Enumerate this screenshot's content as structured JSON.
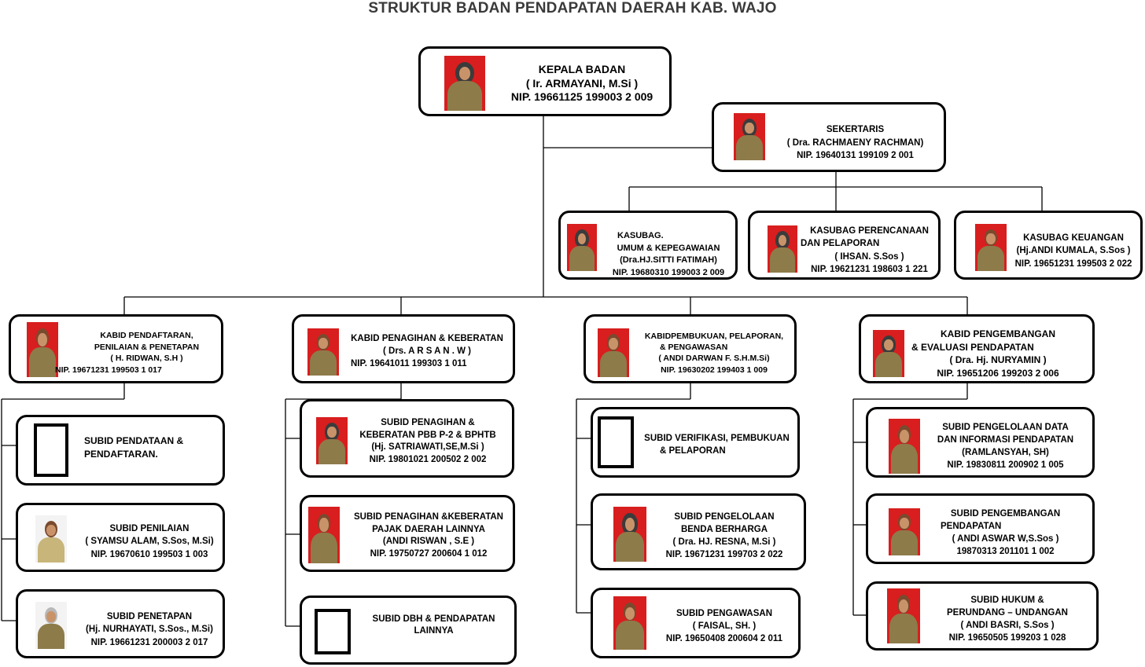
{
  "title": "STRUKTUR BADAN PENDAPATAN DAERAH KAB. WAJO",
  "kepala": {
    "position": "KEPALA BADAN",
    "name": "( Ir. ARMAYANI, M.Si )",
    "nip": "NIP. 19661125 199003 2 009"
  },
  "sekertaris": {
    "position": "SEKERTARIS",
    "name": "( Dra. RACHMAENY RACHMAN)",
    "nip": "NIP. 19640131 199109 2 001"
  },
  "kasubag": [
    {
      "line1": "KASUBAG.",
      "line2": "UMUM & KEPEGAWAIAN",
      "name": "(Dra.HJ.SITTI FATIMAH)",
      "nip": "NIP. 19680310 199003 2 009"
    },
    {
      "line1": "KASUBAG PERENCANAAN",
      "line2": "DAN PELAPORAN",
      "name": "( IHSAN. S.Sos )",
      "nip": "NIP. 19621231 198603 1 221"
    },
    {
      "line1": "KASUBAG KEUANGAN",
      "name": "(Hj.ANDI KUMALA, S.Sos )",
      "nip": "NIP. 19651231 199503 2 022"
    }
  ],
  "kabid": [
    {
      "line1": "KABID PENDAFTARAN,",
      "line2": "PENILAIAN & PENETAPAN",
      "name": "( H. RIDWAN, S.H )",
      "nip": "NIP. 19671231 199503 1 017"
    },
    {
      "line1": "KABID PENAGIHAN & KEBERATAN",
      "name": "( Drs. A R S A N . W )",
      "nip": "NIP. 19641011 199303 1 011"
    },
    {
      "line1": "KABIDPEMBUKUAN, PELAPORAN,",
      "line2": "& PENGAWASAN",
      "name": "( ANDI DARWAN F. S.H.M.Si)",
      "nip": "NIP. 19630202 199403 1 009"
    },
    {
      "line1": "KABID PENGEMBANGAN",
      "line2": "& EVALUASI PENDAPATAN",
      "name": "( Dra. Hj. NURYAMIN )",
      "nip": "NIP. 19651206 199203 2 006"
    }
  ],
  "subid": {
    "col1": [
      {
        "line1": "SUBID PENDATAAN &",
        "line2": "PENDAFTARAN."
      },
      {
        "line1": "SUBID PENILAIAN",
        "name": "( SYAMSU ALAM, S.Sos, M.Si)",
        "nip": "NIP. 19670610 199503 1 003"
      },
      {
        "line1": "SUBID PENETAPAN",
        "name": "(Hj. NURHAYATI, S.Sos., M.Si)",
        "nip": "NIP. 19661231 200003 2 017"
      }
    ],
    "col2": [
      {
        "line1": "SUBID PENAGIHAN &",
        "line2": "KEBERATAN PBB P-2 & BPHTB",
        "name": "(Hj. SATRIAWATI,SE,M.Si )",
        "nip": "NIP. 19801021 200502 2 002"
      },
      {
        "line1": "SUBID PENAGIHAN &KEBERATAN",
        "line2": "PAJAK DAERAH LAINNYA",
        "name": "(ANDI RISWAN , S.E )",
        "nip": "NIP. 19750727 200604 1 012"
      },
      {
        "line1": "SUBID DBH & PENDAPATAN",
        "line2": "LAINNYA"
      }
    ],
    "col3": [
      {
        "line1": "SUBID VERIFIKASI, PEMBUKUAN",
        "line2": "& PELAPORAN"
      },
      {
        "line1": "SUBID PENGELOLAAN",
        "line2": "BENDA BERHARGA",
        "name": "( Dra. HJ. RESNA, M.Si )",
        "nip": "NIP. 19671231 199703 2 022"
      },
      {
        "line1": "SUBID PENGAWASAN",
        "name": "( FAISAL, SH. )",
        "nip": "NIP. 19650408 200604 2 011"
      }
    ],
    "col4": [
      {
        "line1": "SUBID PENGELOLAAN DATA",
        "line2": "DAN INFORMASI PENDAPATAN",
        "name": "(RAMLANSYAH, SH)",
        "nip": "NIP. 19830811 200902 1 005"
      },
      {
        "line1": "SUBID PENGEMBANGAN",
        "line2": "PENDAPATAN",
        "name": "( ANDI ASWAR W,S.Sos )",
        "nip": "19870313 201101 1 002"
      },
      {
        "line1": "SUBID HUKUM &",
        "line2": "PERUNDANG – UNDANGAN",
        "name": "( ANDI BASRI, S.Sos )",
        "nip": "NIP. 19650505 199203 1 028"
      }
    ]
  }
}
